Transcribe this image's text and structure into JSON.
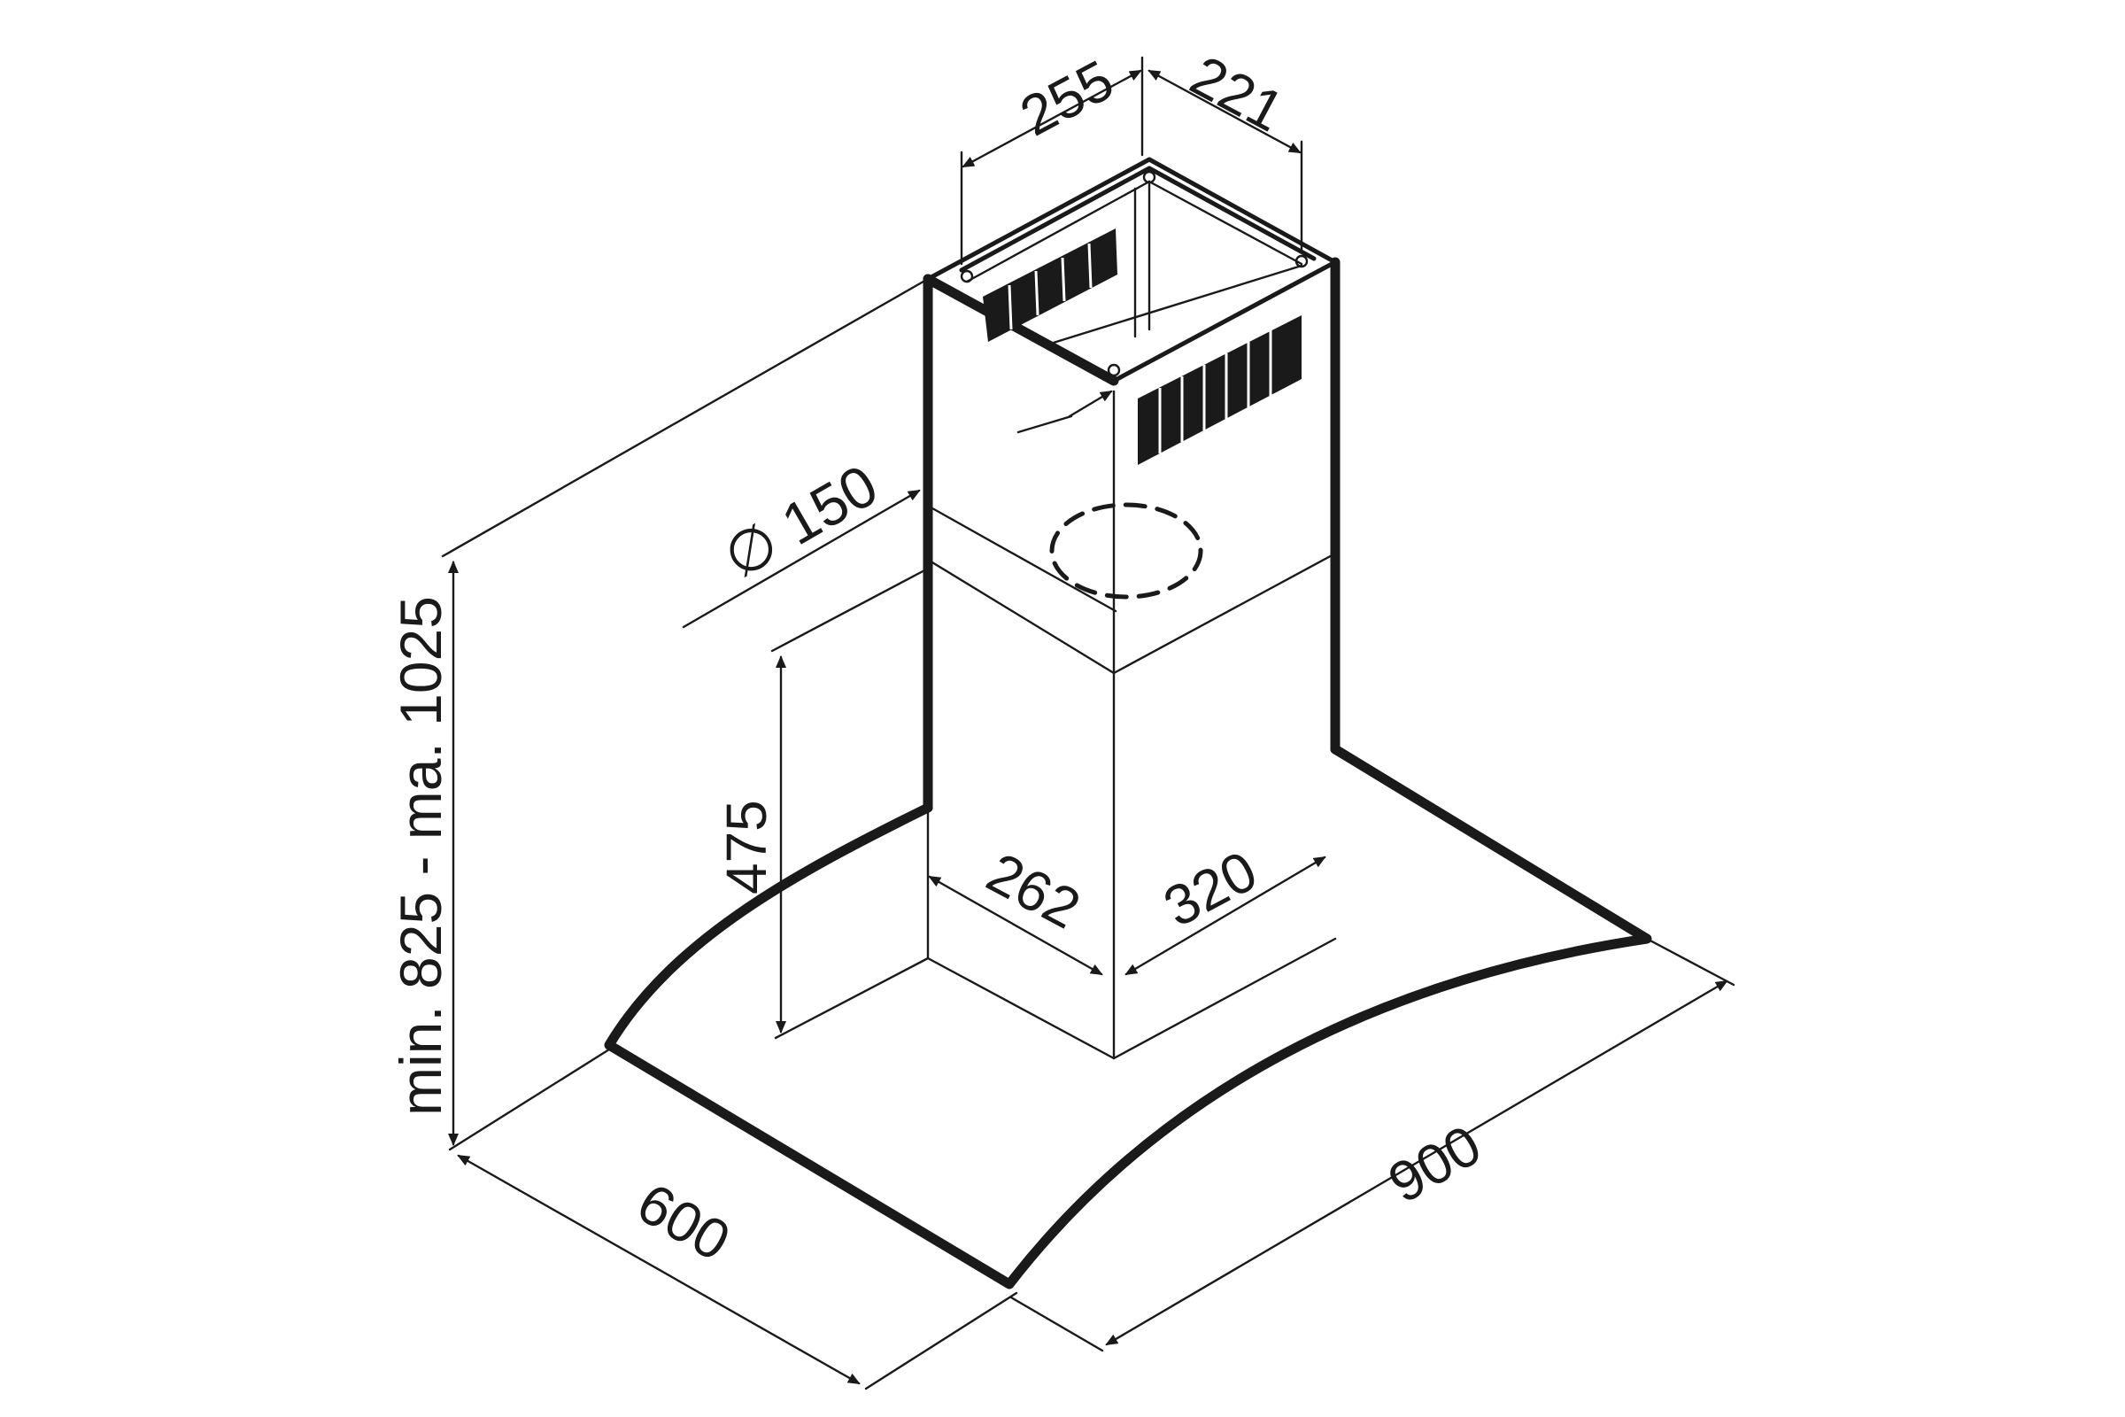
{
  "dimensions": {
    "chimney_top_width": "255",
    "chimney_top_depth": "221",
    "outlet_diameter": "∅ 150",
    "chimney_lower_height": "475",
    "chimney_base_width": "262",
    "chimney_base_depth": "320",
    "total_height": "min. 825 - ma. 1025",
    "canopy_depth": "600",
    "canopy_width": "900"
  },
  "colors": {
    "line": "#1a1a1a",
    "background": "#ffffff"
  }
}
